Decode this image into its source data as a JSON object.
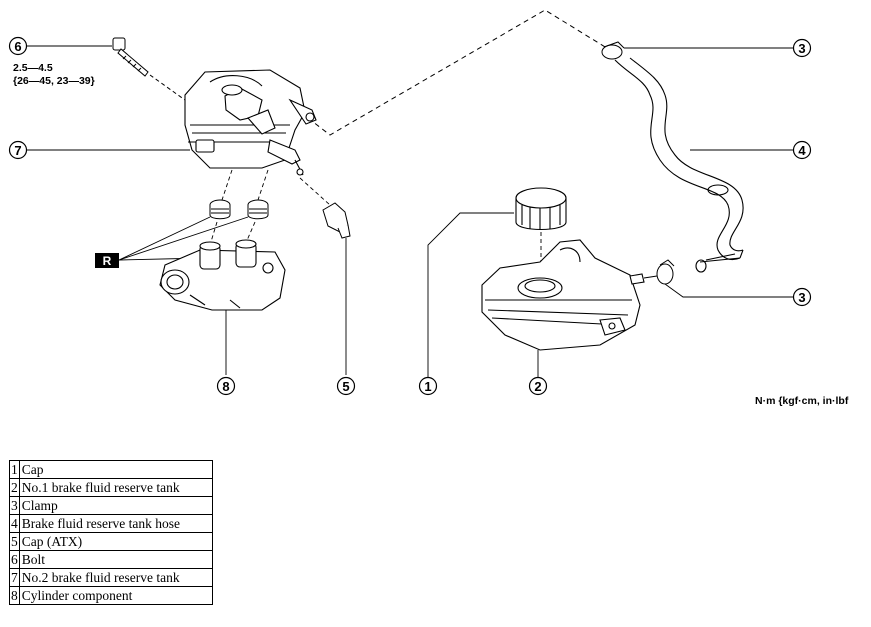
{
  "diagram": {
    "callouts": {
      "c1": "1",
      "c2": "2",
      "c3a": "3",
      "c3b": "3",
      "c4": "4",
      "c5": "5",
      "c6": "6",
      "c7": "7",
      "c8": "8"
    },
    "torque_line1": "2.5—4.5",
    "torque_line2": "{26—45, 23—39}",
    "replace_marker": "R",
    "unit_note": "N·m {kgf·cm, in·lbf"
  },
  "parts_table": {
    "rows": [
      {
        "num": "1",
        "name": "Cap"
      },
      {
        "num": "2",
        "name": "No.1 brake fluid reserve tank"
      },
      {
        "num": "3",
        "name": "Clamp"
      },
      {
        "num": "4",
        "name": "Brake fluid reserve tank hose"
      },
      {
        "num": "5",
        "name": "Cap (ATX)"
      },
      {
        "num": "6",
        "name": "Bolt"
      },
      {
        "num": "7",
        "name": "No.2 brake fluid reserve tank"
      },
      {
        "num": "8",
        "name": "Cylinder component"
      }
    ]
  }
}
